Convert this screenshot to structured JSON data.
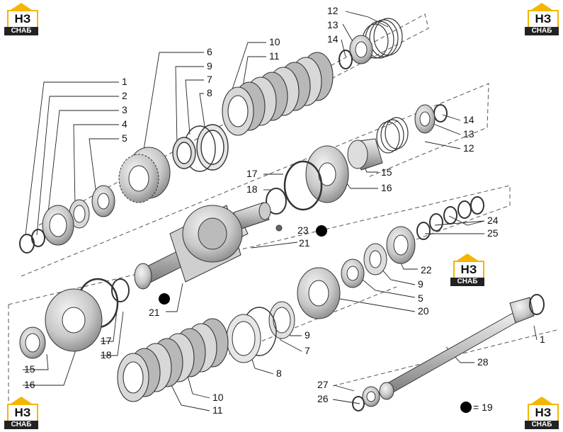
{
  "logo": {
    "main": "НЗ",
    "sub": "СНАБ"
  },
  "legend": {
    "value": "= 19"
  },
  "callouts": [
    {
      "id": "c-12a",
      "text": "12"
    },
    {
      "id": "c-13a",
      "text": "13"
    },
    {
      "id": "c-14a",
      "text": "14"
    },
    {
      "id": "c-10a",
      "text": "10"
    },
    {
      "id": "c-11a",
      "text": "11"
    },
    {
      "id": "c-6",
      "text": "6"
    },
    {
      "id": "c-9a",
      "text": "9"
    },
    {
      "id": "c-7a",
      "text": "7"
    },
    {
      "id": "c-8a",
      "text": "8"
    },
    {
      "id": "c-1a",
      "text": "1"
    },
    {
      "id": "c-2",
      "text": "2"
    },
    {
      "id": "c-3",
      "text": "3"
    },
    {
      "id": "c-4",
      "text": "4"
    },
    {
      "id": "c-5a",
      "text": "5"
    },
    {
      "id": "c-14b",
      "text": "14"
    },
    {
      "id": "c-13b",
      "text": "13"
    },
    {
      "id": "c-12b",
      "text": "12"
    },
    {
      "id": "c-15a",
      "text": "15"
    },
    {
      "id": "c-16a",
      "text": "16"
    },
    {
      "id": "c-17a",
      "text": "17"
    },
    {
      "id": "c-18a",
      "text": "18"
    },
    {
      "id": "c-23",
      "text": "23"
    },
    {
      "id": "c-21a",
      "text": "21"
    },
    {
      "id": "c-21b",
      "text": "21"
    },
    {
      "id": "c-24",
      "text": "24"
    },
    {
      "id": "c-25",
      "text": "25"
    },
    {
      "id": "c-22",
      "text": "22"
    },
    {
      "id": "c-9b",
      "text": "9"
    },
    {
      "id": "c-5b",
      "text": "5"
    },
    {
      "id": "c-20",
      "text": "20"
    },
    {
      "id": "c-17b",
      "text": "17"
    },
    {
      "id": "c-18b",
      "text": "18"
    },
    {
      "id": "c-15b",
      "text": "15"
    },
    {
      "id": "c-16b",
      "text": "16"
    },
    {
      "id": "c-9c",
      "text": "9"
    },
    {
      "id": "c-7b",
      "text": "7"
    },
    {
      "id": "c-8b",
      "text": "8"
    },
    {
      "id": "c-10b",
      "text": "10"
    },
    {
      "id": "c-11b",
      "text": "11"
    },
    {
      "id": "c-1b",
      "text": "1"
    },
    {
      "id": "c-28",
      "text": "28"
    },
    {
      "id": "c-27",
      "text": "27"
    },
    {
      "id": "c-26",
      "text": "26"
    }
  ]
}
